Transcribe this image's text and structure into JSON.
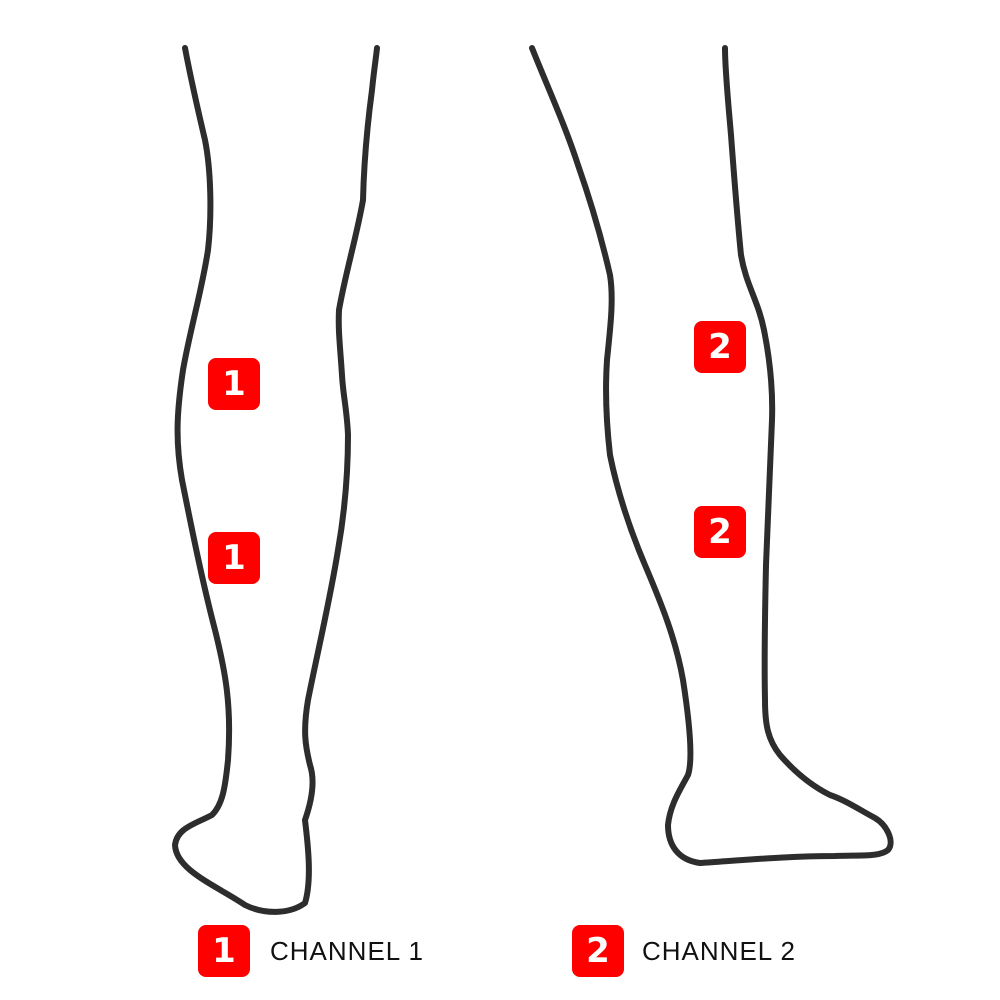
{
  "colors": {
    "marker": "#ff0000",
    "outline": "#2d2d2d",
    "background": "#ffffff"
  },
  "left_leg": {
    "markers": [
      "1",
      "1"
    ]
  },
  "right_leg": {
    "markers": [
      "2",
      "2"
    ]
  },
  "legend": [
    {
      "badge": "1",
      "label": "CHANNEL 1"
    },
    {
      "badge": "2",
      "label": "CHANNEL 2"
    }
  ]
}
